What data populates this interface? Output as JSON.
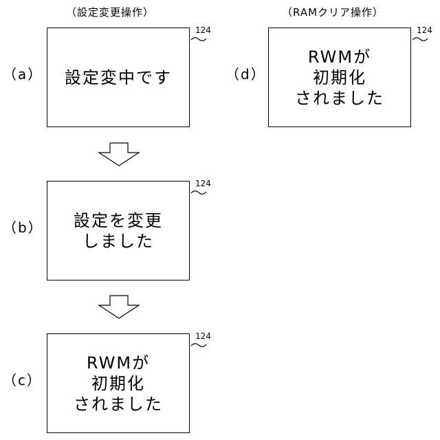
{
  "headings": {
    "settings_change": "（設定変更操作）",
    "ram_clear": "（RAMクリア操作）"
  },
  "panels": {
    "a": {
      "label": "（a）",
      "ref": "124",
      "lines": [
        "設定変中です"
      ]
    },
    "b": {
      "label": "（b）",
      "ref": "124",
      "lines": [
        "設定を変更",
        "しました"
      ]
    },
    "c": {
      "label": "（c）",
      "ref": "124",
      "lines": [
        "RWMが",
        "初期化",
        "されました"
      ]
    },
    "d": {
      "label": "（d）",
      "ref": "124",
      "lines": [
        "RWMが",
        "初期化",
        "されました"
      ]
    }
  }
}
